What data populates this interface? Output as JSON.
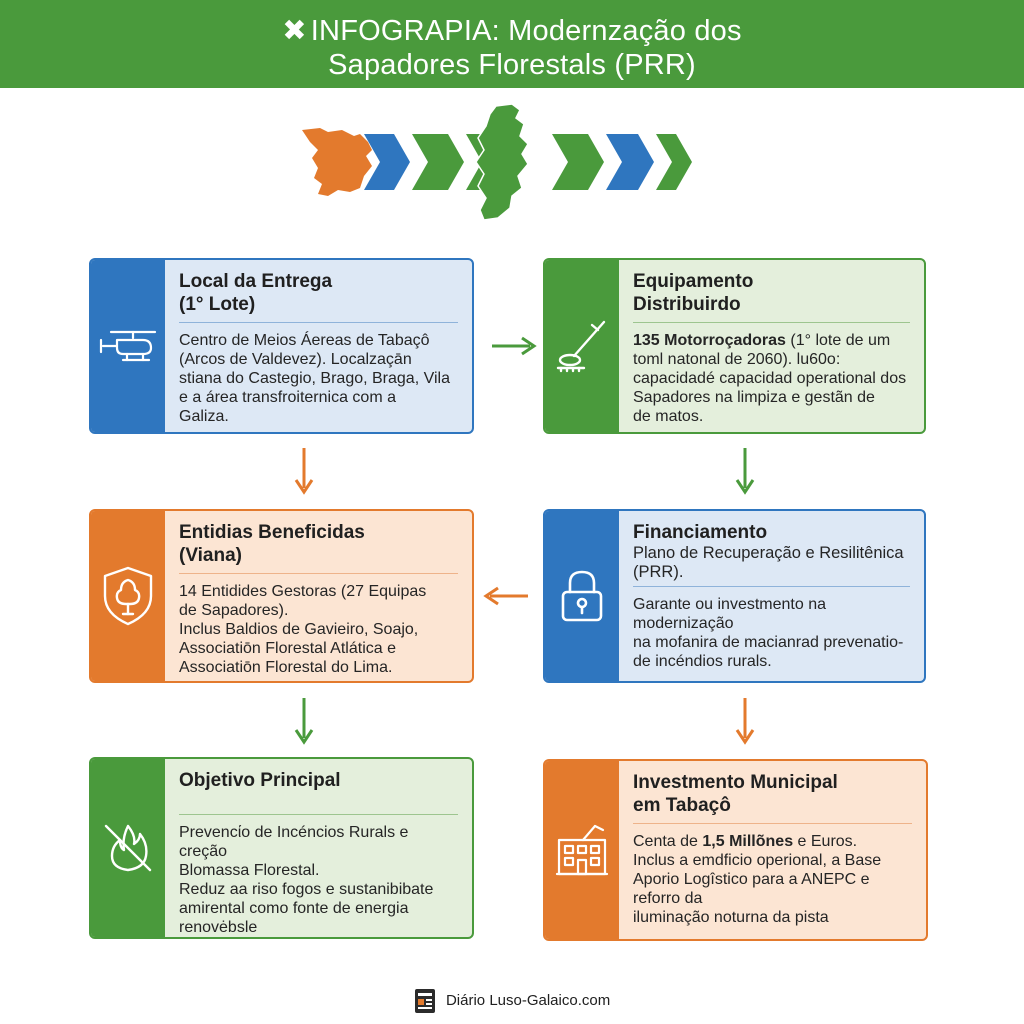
{
  "header": {
    "icon": "crossed-tools-icon",
    "title_line1": "INFOGRAPIA: Modernzação dos",
    "title_line2": "Sapadores Florestals (PRR)"
  },
  "colors": {
    "green": "#4a9a3c",
    "blue": "#2f76bf",
    "orange": "#e37a2d"
  },
  "cards": {
    "local": {
      "icon": "helicopter-icon",
      "title_line1": "Local da Entrega",
      "title_line2": "(1° Lote)",
      "text": [
        "Centro de Meios Áereas de Tabaçô",
        "(Arcos de Valdevez). Localzaçān",
        "stiana do Castegio, Brago, Braga, Vila",
        "e a área transfroiternica com a",
        "Galiza."
      ]
    },
    "equipamento": {
      "icon": "brush-cutter-icon",
      "title_line1": "Equipamento",
      "title_line2": "Distribuirdo",
      "text_bold": "135 Motorroçadoras",
      "text_line1_rest": " (1° lote de um",
      "text": [
        "toml natonal de 2060). lu60o:",
        "capacidadé capacidad operational dos",
        "Sapadores na limpiza e gestãn de",
        "de matos."
      ]
    },
    "entidades": {
      "icon": "tree-shield-icon",
      "title_line1": "Entidias Beneficidas",
      "title_line2": "(Viana)",
      "text": [
        "14 Entidides Gestoras (27 Equipas",
        "de Sapadores).",
        "Inclus Baldios de Gavieiro, Soajo,",
        "Associatiōn Florestal Atlática e",
        "Associatiōn Florestal do Lima."
      ]
    },
    "financiamento": {
      "icon": "padlock-icon",
      "title_line1": "Financiamento",
      "subtitle": [
        "Plano de Recuperação e Resilitênica",
        "(PRR)."
      ],
      "text": [
        "Garante ou investmento na modernização",
        "na mofanira de macianrad prevenatio-",
        "de incéndios rurals."
      ]
    },
    "objetivo": {
      "icon": "no-fire-icon",
      "title_line1": "Objetivo Principal",
      "text": [
        "Prevencίo de Incéncios Rurals e creção",
        " Blomassa Florestal.",
        "Reduz aa riso fogos e sustanibibate",
        "amirental como fonte de energia",
        "renovėbsle"
      ]
    },
    "investimento": {
      "icon": "building-icon",
      "title_line1": "Investmento Municipal",
      "title_line2": "em Tabaçô",
      "text_prefix": "Centa de ",
      "text_bold": "1,5 Millõnes",
      "text_suffix": " e Euros.",
      "text": [
        "Inclus a emdficio operional, a Base",
        "Aporio Logîstico para a ANEPC e",
        "reforro da",
        "iluminação noturna da pista"
      ]
    }
  },
  "footer": {
    "logo": "newspaper-logo-icon",
    "text": "Diário Luso-Galaico.com"
  }
}
